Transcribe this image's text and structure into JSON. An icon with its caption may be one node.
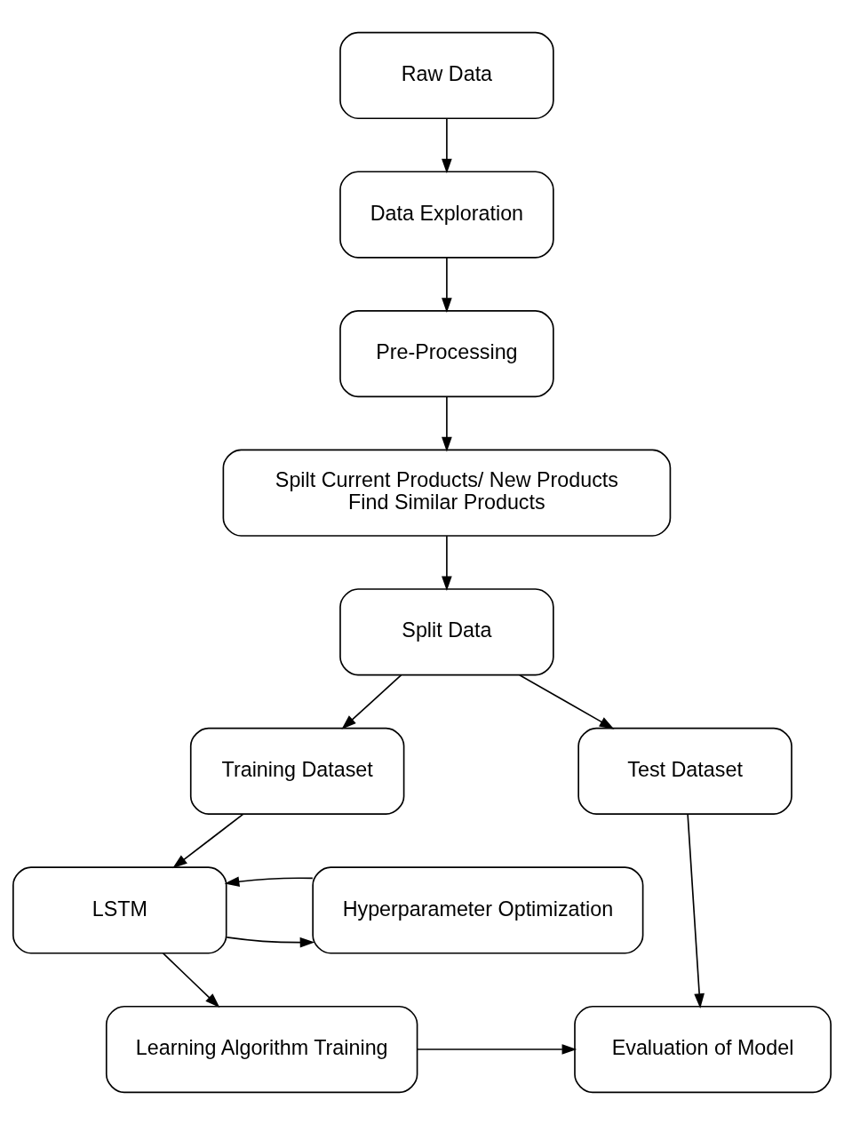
{
  "diagram": {
    "nodes": [
      {
        "text": [
          "Raw Data"
        ]
      },
      {
        "text": [
          "Data Exploration"
        ]
      },
      {
        "text": [
          "Pre-Processing"
        ]
      },
      {
        "text": [
          "Spilt Current Products/ New Products",
          "Find Similar Products"
        ]
      },
      {
        "text": [
          "Split Data"
        ]
      },
      {
        "text": [
          "Training Dataset"
        ]
      },
      {
        "text": [
          "Test Dataset"
        ]
      },
      {
        "text": [
          "LSTM"
        ]
      },
      {
        "text": [
          "Hyperparameter Optimization"
        ]
      },
      {
        "text": [
          "Learning Algorithm Training"
        ]
      },
      {
        "text": [
          "Evaluation of Model"
        ]
      }
    ],
    "edges": [
      {
        "from": 0,
        "to": 1,
        "arrow": "to"
      },
      {
        "from": 1,
        "to": 2,
        "arrow": "to"
      },
      {
        "from": 2,
        "to": 3,
        "arrow": "to"
      },
      {
        "from": 3,
        "to": 4,
        "arrow": "to"
      },
      {
        "from": 4,
        "to": 5,
        "arrow": "to"
      },
      {
        "from": 4,
        "to": 6,
        "arrow": "to"
      },
      {
        "from": 5,
        "to": 7,
        "arrow": "to"
      },
      {
        "from": 7,
        "to": 8,
        "arrow": "to"
      },
      {
        "from": 8,
        "to": 7,
        "arrow": "to"
      },
      {
        "from": 7,
        "to": 9,
        "arrow": "to"
      },
      {
        "from": 6,
        "to": 10,
        "arrow": "to"
      },
      {
        "from": 9,
        "to": 10,
        "arrow": "to"
      }
    ]
  }
}
